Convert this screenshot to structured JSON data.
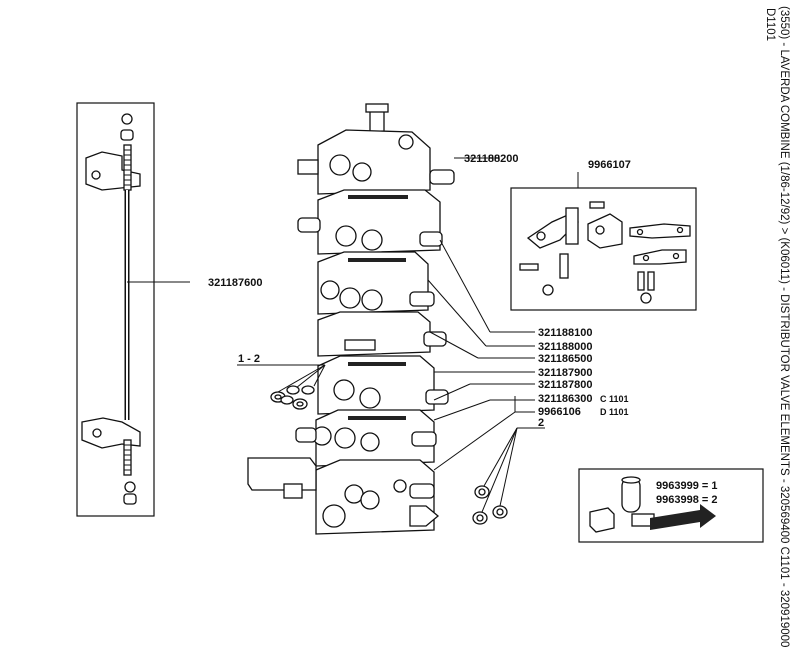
{
  "page": {
    "title_line1": "(3550) - LAVERDA COMBINE (1/86-12/92) > (K06011) - DISTRIBUTOR VALVE ELEMENTS - 320569400 C1101 - 320919000",
    "title_line2": "D1101"
  },
  "labels": {
    "top_valve": "321188200",
    "rod": "321187600",
    "kit": "9966107",
    "seals_12": "1 - 2",
    "e1": "321188100",
    "e2": "321188000",
    "e3": "321186500",
    "e4": "321187900",
    "e5": "321187800",
    "e6": "321186300",
    "e6_code": "C 1101",
    "e7": "9966106",
    "e7_code": "D 1101",
    "seals_2": "2"
  },
  "legend": {
    "line1": "9963999 = 1",
    "line2": "9963998 = 2"
  }
}
